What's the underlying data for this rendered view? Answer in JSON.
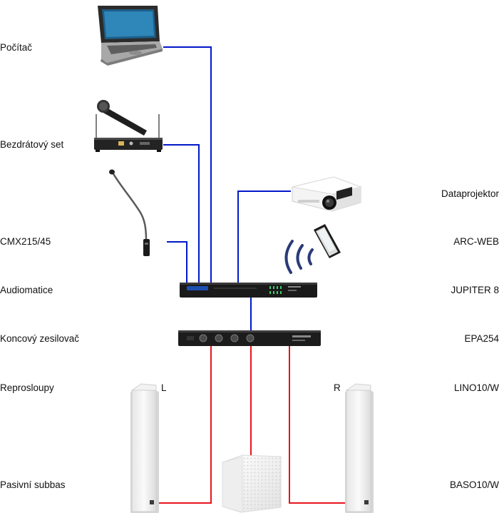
{
  "labels_left": {
    "computer": "Počítač",
    "wireless_set": "Bezdrátový set",
    "gooseneck": "CMX215/45",
    "audio_matrix": "Audiomatice",
    "amplifier": "Koncový zesilovač",
    "column_speakers": "Reprosloupy",
    "passive_sub": "Pasivní subbas"
  },
  "labels_right": {
    "projector": "Dataprojektor",
    "remote": "ARC-WEB",
    "audio_matrix_model": "JUPITER 8",
    "amplifier_model": "EPA254",
    "column_speakers_model": "LINO10/W",
    "passive_sub_model": "BASO10/W"
  },
  "channels": {
    "left": "L",
    "right": "R"
  },
  "colors": {
    "signal": "#0018c8",
    "speaker": "#e8141e",
    "device_dark": "#1c1c1c"
  },
  "icons": [
    "laptop-icon",
    "wireless-mic-icon",
    "gooseneck-mic-icon",
    "projector-icon",
    "smartphone-icon",
    "wireless-signal-icon",
    "audio-matrix-icon",
    "amplifier-icon",
    "column-speaker-icon",
    "subwoofer-icon"
  ]
}
